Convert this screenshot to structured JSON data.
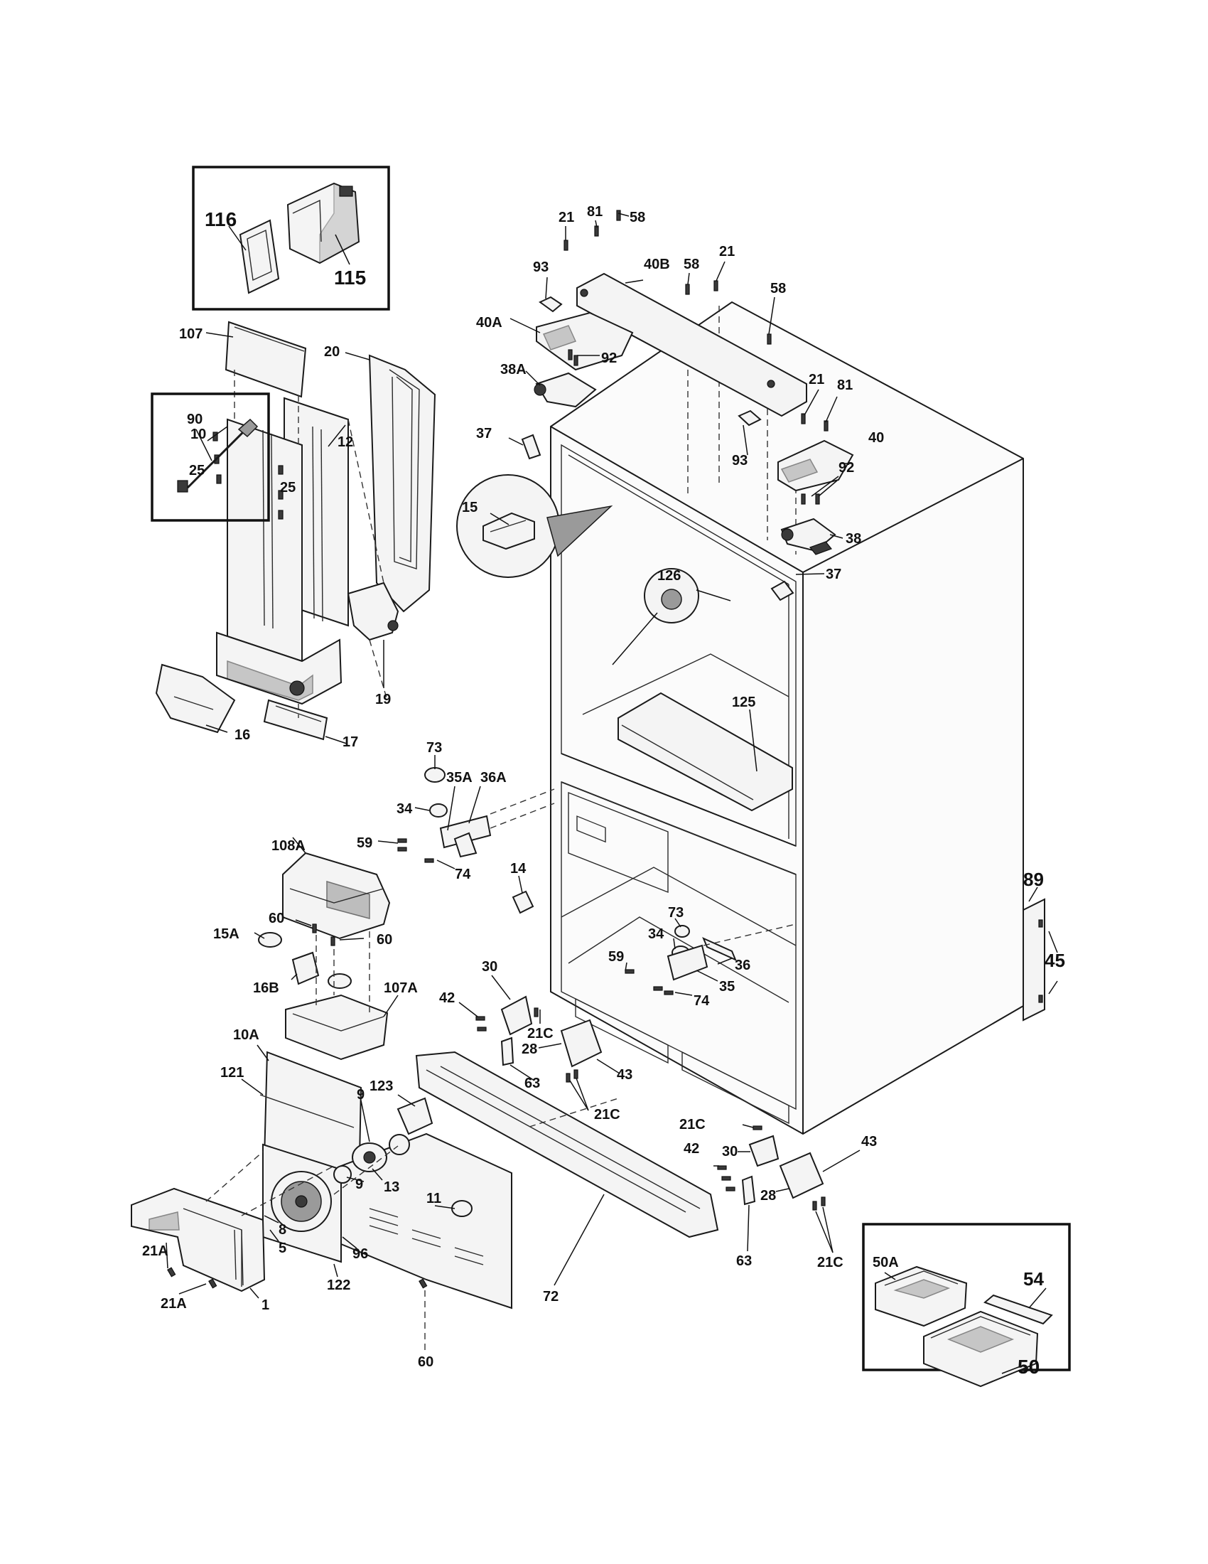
{
  "diagram": {
    "callouts": [
      {
        "id": "c116",
        "text": "116",
        "big": true
      },
      {
        "id": "c115",
        "text": "115",
        "big": true
      },
      {
        "id": "c107",
        "text": "107"
      },
      {
        "id": "c20",
        "text": "20"
      },
      {
        "id": "c10",
        "text": "10"
      },
      {
        "id": "c12",
        "text": "12"
      },
      {
        "id": "c25a",
        "text": "25"
      },
      {
        "id": "c25b",
        "text": "25"
      },
      {
        "id": "c19",
        "text": "19"
      },
      {
        "id": "c16",
        "text": "16"
      },
      {
        "id": "c17",
        "text": "17"
      },
      {
        "id": "c90",
        "text": "90"
      },
      {
        "id": "c108A",
        "text": "108A"
      },
      {
        "id": "c60a",
        "text": "60"
      },
      {
        "id": "c60b",
        "text": "60"
      },
      {
        "id": "c15A",
        "text": "15A"
      },
      {
        "id": "c16B",
        "text": "16B"
      },
      {
        "id": "c107A",
        "text": "107A"
      },
      {
        "id": "c10A",
        "text": "10A"
      },
      {
        "id": "c121",
        "text": "121"
      },
      {
        "id": "c123",
        "text": "123"
      },
      {
        "id": "c9a",
        "text": "9"
      },
      {
        "id": "c9b",
        "text": "9"
      },
      {
        "id": "c13",
        "text": "13"
      },
      {
        "id": "c11",
        "text": "11"
      },
      {
        "id": "c8",
        "text": "8"
      },
      {
        "id": "c5",
        "text": "5"
      },
      {
        "id": "c96",
        "text": "96"
      },
      {
        "id": "c122",
        "text": "122"
      },
      {
        "id": "c21Aa",
        "text": "21A"
      },
      {
        "id": "c21Ab",
        "text": "21A"
      },
      {
        "id": "c1",
        "text": "1"
      },
      {
        "id": "c60c",
        "text": "60"
      },
      {
        "id": "c72",
        "text": "72"
      },
      {
        "id": "c73a",
        "text": "73"
      },
      {
        "id": "c35A",
        "text": "35A"
      },
      {
        "id": "c36A",
        "text": "36A"
      },
      {
        "id": "c34a",
        "text": "34"
      },
      {
        "id": "c59a",
        "text": "59"
      },
      {
        "id": "c74a",
        "text": "74"
      },
      {
        "id": "c14",
        "text": "14"
      },
      {
        "id": "c30a",
        "text": "30"
      },
      {
        "id": "c42a",
        "text": "42"
      },
      {
        "id": "c21Ca",
        "text": "21C"
      },
      {
        "id": "c28a",
        "text": "28"
      },
      {
        "id": "c63a",
        "text": "63"
      },
      {
        "id": "c43a",
        "text": "43"
      },
      {
        "id": "c21Cb",
        "text": "21C"
      },
      {
        "id": "c21",
        "text": "21"
      },
      {
        "id": "c81",
        "text": "81"
      },
      {
        "id": "c58a",
        "text": "58"
      },
      {
        "id": "c93a",
        "text": "93"
      },
      {
        "id": "c40B",
        "text": "40B"
      },
      {
        "id": "c58b",
        "text": "58"
      },
      {
        "id": "c21b",
        "text": "21"
      },
      {
        "id": "c58c",
        "text": "58"
      },
      {
        "id": "c40A",
        "text": "40A"
      },
      {
        "id": "c92a",
        "text": "92"
      },
      {
        "id": "c38A",
        "text": "38A"
      },
      {
        "id": "c37a",
        "text": "37"
      },
      {
        "id": "c21c",
        "text": "21"
      },
      {
        "id": "c81b",
        "text": "81"
      },
      {
        "id": "c40",
        "text": "40"
      },
      {
        "id": "c93b",
        "text": "93"
      },
      {
        "id": "c92b",
        "text": "92"
      },
      {
        "id": "c15",
        "text": "15"
      },
      {
        "id": "c38",
        "text": "38"
      },
      {
        "id": "c126",
        "text": "126"
      },
      {
        "id": "c37b",
        "text": "37"
      },
      {
        "id": "c125",
        "text": "125"
      },
      {
        "id": "c89",
        "text": "89",
        "big": true
      },
      {
        "id": "c45",
        "text": "45",
        "big": true
      },
      {
        "id": "c73b",
        "text": "73"
      },
      {
        "id": "c34b",
        "text": "34"
      },
      {
        "id": "c59b",
        "text": "59"
      },
      {
        "id": "c36",
        "text": "36"
      },
      {
        "id": "c35",
        "text": "35"
      },
      {
        "id": "c74b",
        "text": "74"
      },
      {
        "id": "c21Cc",
        "text": "21C"
      },
      {
        "id": "c43b",
        "text": "43"
      },
      {
        "id": "c42b",
        "text": "42"
      },
      {
        "id": "c30b",
        "text": "30"
      },
      {
        "id": "c28b",
        "text": "28"
      },
      {
        "id": "c63b",
        "text": "63"
      },
      {
        "id": "c21Cd",
        "text": "21C"
      },
      {
        "id": "c50A",
        "text": "50A"
      },
      {
        "id": "c54",
        "text": "54",
        "big": true
      },
      {
        "id": "c50",
        "text": "50",
        "big": true
      }
    ]
  }
}
